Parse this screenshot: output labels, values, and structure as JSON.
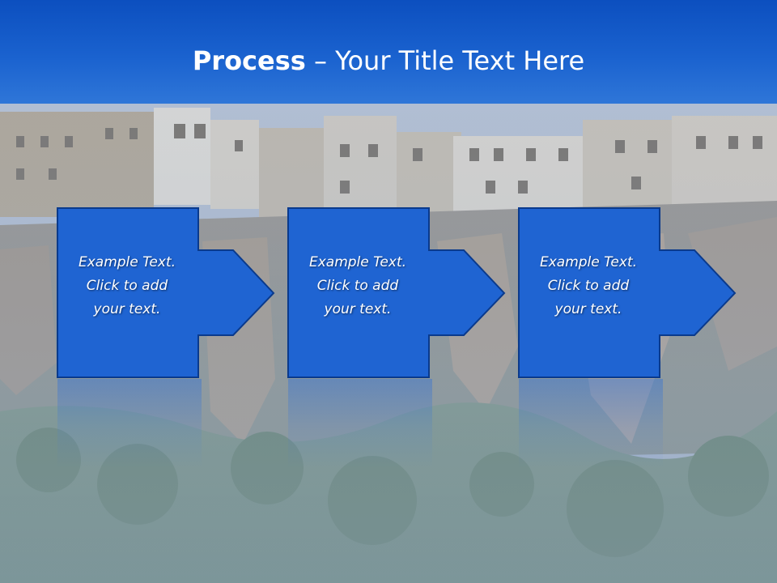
{
  "slide": {
    "title_bold": "Process",
    "title_rest": " – Your Title Text Here"
  },
  "steps": [
    {
      "line1": "Example Text.",
      "line2": "Click  to add",
      "line3": "your text."
    },
    {
      "line1": "Example Text.",
      "line2": "Click  to add",
      "line3": "your text."
    },
    {
      "line1": "Example Text.",
      "line2": "Click  to add",
      "line3": "your text."
    }
  ],
  "colors": {
    "title_bar": "#0c4fbf",
    "box_fill": "#1f64d2",
    "box_border": "#0a3a8c",
    "text": "#ffffff"
  }
}
